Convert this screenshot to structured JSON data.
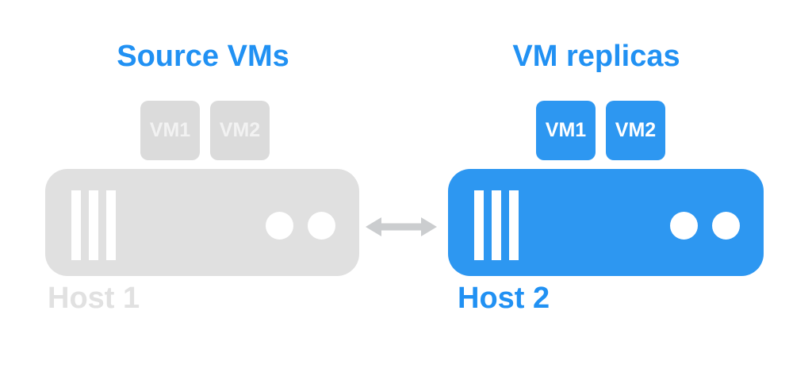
{
  "colors": {
    "background": "#FFFFFF",
    "title_blue": "#2191F3",
    "accent_blue": "#2D97F1",
    "host_gray": "#E0E0E0",
    "vm_gray": "#DBDBDB",
    "vm_gray_label": "#F2F2F2",
    "gray_label": "#E1E1E1",
    "arrow_gray": "#CBCDCF"
  },
  "source_group": {
    "title": "Source VMs",
    "vms": [
      {
        "label": "VM1"
      },
      {
        "label": "VM2"
      }
    ],
    "host": {
      "label": "Host 1"
    }
  },
  "replica_group": {
    "title": "VM replicas",
    "vms": [
      {
        "label": "VM1"
      },
      {
        "label": "VM2"
      }
    ],
    "host": {
      "label": "Host 2"
    }
  }
}
